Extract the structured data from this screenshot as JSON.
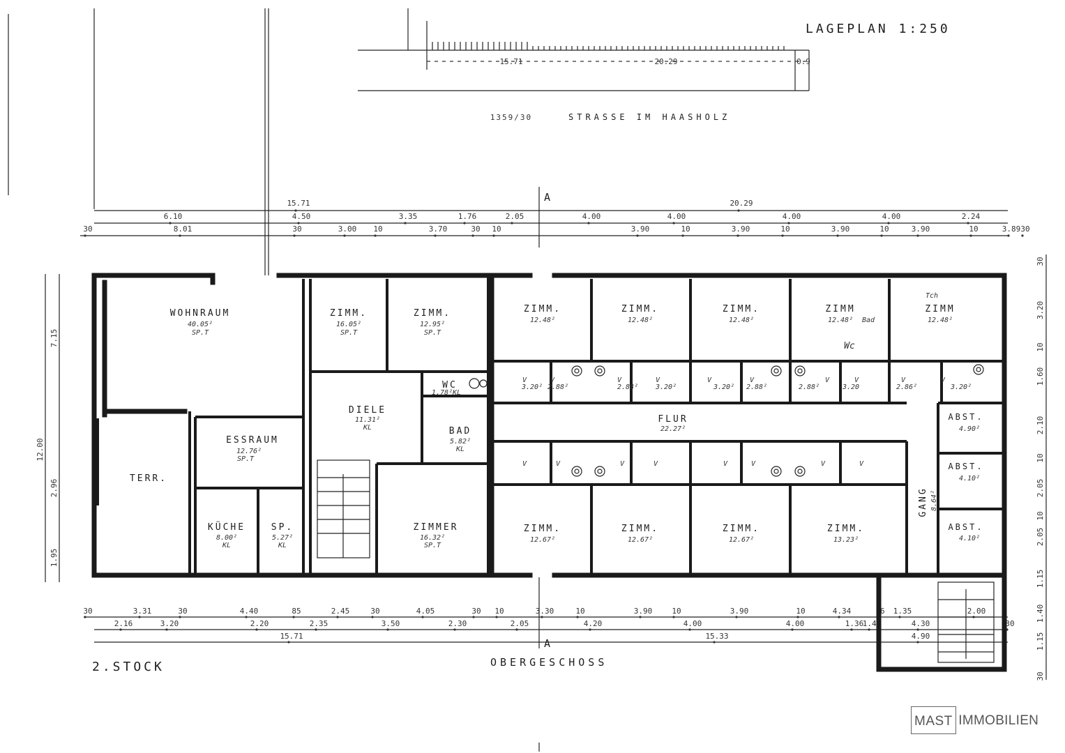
{
  "title": "LAGEPLAN 1:250",
  "street": {
    "code": "1359/30",
    "name": "STRASSE IM HAASHOLZ"
  },
  "site": {
    "left_length": "15.71",
    "right_length": "20.29",
    "small_dim": "0.9"
  },
  "labels": {
    "floor_left": "2.STOCK",
    "floor_right": "OBERGESCHOSS",
    "section_top": "A",
    "section_bottom": "A"
  },
  "logo": {
    "part1": "MAST",
    "part2": "IMMOBILIEN"
  },
  "rooms": {
    "wohnraum": {
      "name": "WOHNRAUM",
      "area": "40.05²",
      "floor": "SP.T"
    },
    "zimm1": {
      "name": "ZIMM.",
      "area": "16.05²",
      "floor": "SP.T"
    },
    "zimm2": {
      "name": "ZIMM.",
      "area": "12.95²",
      "floor": "SP.T"
    },
    "wc": {
      "name": "WC",
      "area": "1.78²KL"
    },
    "diele": {
      "name": "DIELE",
      "area": "11.31²",
      "floor": "KL"
    },
    "bad": {
      "name": "BAD",
      "area": "5.82²",
      "floor": "KL"
    },
    "essraum": {
      "name": "ESSRAUM",
      "area": "12.76²",
      "floor": "SP.T"
    },
    "terr": {
      "name": "TERR."
    },
    "kuche": {
      "name": "KÜCHE",
      "area": "8.00²",
      "floor": "KL"
    },
    "sp": {
      "name": "SP.",
      "area": "5.27²",
      "floor": "KL"
    },
    "zimmer": {
      "name": "ZIMMER",
      "area": "16.32²",
      "floor": "SP.T"
    },
    "flur": {
      "name": "FLUR",
      "area": "22.27²"
    },
    "gang": {
      "name": "GANG",
      "area": "8.64²"
    },
    "abst1": {
      "name": "ABST.",
      "area": "4.90²"
    },
    "abst2": {
      "name": "ABST.",
      "area": "4.10²"
    },
    "abst3": {
      "name": "ABST.",
      "area": "4.10²"
    },
    "top_rooms": [
      {
        "name": "ZIMM.",
        "area": "12.48²"
      },
      {
        "name": "ZIMM.",
        "area": "12.48²"
      },
      {
        "name": "ZIMM.",
        "area": "12.48²"
      },
      {
        "name": "ZIMM",
        "area": "12.48²",
        "note": "Bad"
      },
      {
        "name": "ZIMM",
        "area": "12.48²",
        "note": "Tch"
      }
    ],
    "bottom_rooms": [
      {
        "name": "ZIMM.",
        "area": "12.67²"
      },
      {
        "name": "ZIMM.",
        "area": "12.67²"
      },
      {
        "name": "ZIMM.",
        "area": "12.67²"
      },
      {
        "name": "ZIMM.",
        "area": "13.23²"
      }
    ],
    "cells_top": [
      "3.20²",
      "2.88²",
      "2.88²",
      "3.20²",
      "3.20²",
      "2.88²",
      "2.88²",
      "3.20",
      "2.86²",
      "3.20²"
    ],
    "wc_note": "Wc"
  },
  "dims_top": {
    "row1": [
      "15.71",
      "20.29"
    ],
    "row2": [
      "6.10",
      "4.50",
      "3.35",
      "1.76",
      "2.05",
      "4.00",
      "4.00",
      "4.00",
      "4.00",
      "2.24"
    ],
    "row3": [
      "30",
      "8.01",
      "30",
      "3.00",
      "10",
      "3.70",
      "30",
      "10",
      "3.90",
      "10",
      "3.90",
      "10",
      "3.90",
      "10",
      "3.90",
      "10",
      "3.89",
      "30"
    ]
  },
  "dims_bottom": {
    "row1": [
      "30",
      "3.31",
      "30",
      "4.40",
      "85",
      "2.45",
      "30",
      "4.05",
      "30",
      "10",
      "3.30",
      "10",
      "3.90",
      "10",
      "3.90",
      "10",
      "4.34",
      "16",
      "1.35",
      "2.00"
    ],
    "row2": [
      "2.16",
      "3.20",
      "2.20",
      "2.35",
      "3.50",
      "2.30",
      "2.05",
      "4.20",
      "4.00",
      "4.00",
      "1.36",
      "1.40",
      "4.30",
      "30"
    ],
    "row3": [
      "15.71",
      "15.33",
      "4.90"
    ]
  },
  "dims_left": [
    "12.00",
    "7.15",
    "2.96",
    "1.95"
  ],
  "dims_right": [
    "30",
    "3.20",
    "10",
    "1.60",
    "2.10",
    "10",
    "2.05",
    "10",
    "2.05",
    "1.15",
    "1.40",
    "1.15",
    "30"
  ]
}
